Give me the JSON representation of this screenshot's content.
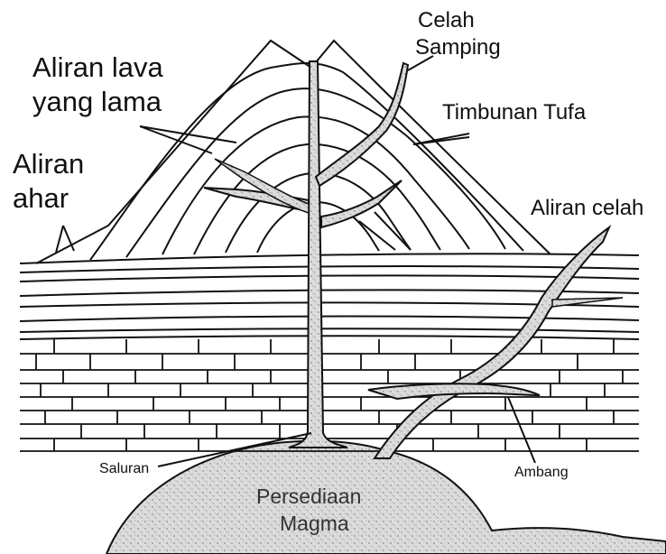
{
  "labels": {
    "celah_samping": [
      "Celah",
      "Samping"
    ],
    "aliran_lava_lama": [
      "Aliran lava",
      "yang lama"
    ],
    "timbunan_tufa": "Timbunan Tufa",
    "aliran_ahar": [
      "Aliran",
      "ahar"
    ],
    "aliran_celah": "Aliran celah",
    "saluran": "Saluran",
    "ambang": "Ambang",
    "persediaan_magma": [
      "Persediaan",
      "Magma"
    ]
  },
  "colors": {
    "line": "#111111",
    "magma_fill": "#d6d6d6"
  }
}
